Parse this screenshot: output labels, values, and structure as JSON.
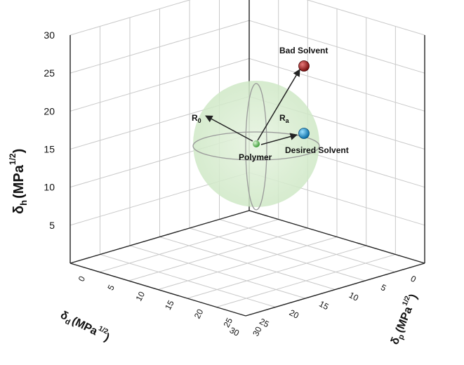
{
  "chart_data": {
    "type": "scatter",
    "projection": "3d",
    "axes": {
      "x": {
        "label": "δd (MPa1/2)",
        "range": [
          0,
          30
        ],
        "ticks": [
          0,
          5,
          10,
          15,
          20,
          25,
          30
        ]
      },
      "y": {
        "label": "δp (MPa1/2)",
        "range": [
          0,
          30
        ],
        "ticks": [
          0,
          5,
          10,
          15,
          20,
          25,
          30
        ]
      },
      "z": {
        "label": "δh (MPa1/2)",
        "range": [
          0,
          30
        ],
        "ticks": [
          5,
          10,
          15,
          20,
          25,
          30
        ]
      }
    },
    "axis_text": {
      "x": {
        "main": "δ",
        "sub": "d",
        "unit": "(MPa",
        "sup": "1/2",
        "close": ")"
      },
      "y": {
        "main": "δ",
        "sub": "p",
        "unit": "(MPa",
        "sup": "1/2",
        "close": ")"
      },
      "z": {
        "main": "δ",
        "sub": "h",
        "unit": "(MPa",
        "sup": "1/2",
        "close": ")"
      }
    },
    "grid": true,
    "sphere": {
      "center_label": "Polymer",
      "color": "#cfe8c6"
    },
    "points": [
      {
        "label": "Polymer",
        "color": "#5cbf56"
      },
      {
        "label": "Bad Solvent",
        "color": "#9e1b1b"
      },
      {
        "label": "Desired Solvent",
        "color": "#1f9ad6"
      }
    ],
    "vectors": [
      {
        "label": "R0",
        "main": "R",
        "sub": "0"
      },
      {
        "label": "Ra",
        "main": "R",
        "sub": "a"
      }
    ]
  }
}
